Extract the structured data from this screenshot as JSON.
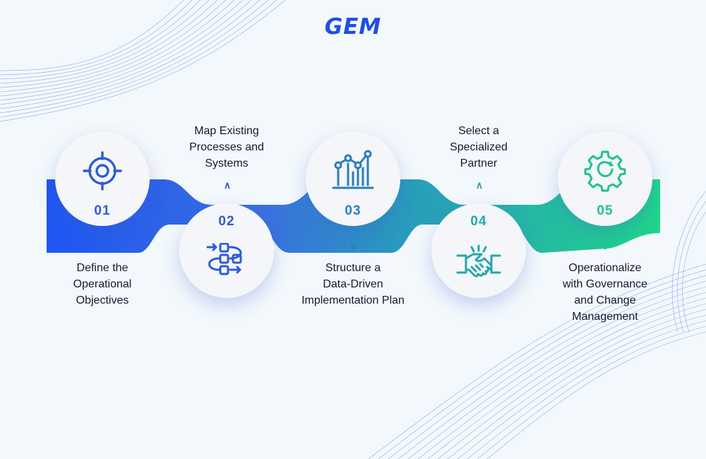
{
  "brand": {
    "logo_text": "GEM",
    "color": "#1f4fe0",
    "accent": "#f26b21"
  },
  "colors": [
    "#1e56f2",
    "#3b6fe0",
    "#2a96c0",
    "#26b2a8",
    "#1fd68a"
  ],
  "steps": [
    {
      "number": "01",
      "title": "Define the Operational Objectives",
      "lines": [
        "Define the",
        "Operational",
        "Objectives"
      ],
      "icon": "target-icon",
      "position": "top",
      "label_side": "below"
    },
    {
      "number": "02",
      "title": "Map Existing Processes and Systems",
      "lines": [
        "Map Existing",
        "Processes and",
        "Systems"
      ],
      "icon": "process-flow-icon",
      "position": "bottom",
      "label_side": "above"
    },
    {
      "number": "03",
      "title": "Structure a Data-Driven Implementation Plan",
      "lines": [
        "Structure a",
        "Data-Driven",
        "Implementation Plan"
      ],
      "icon": "chart-icon",
      "position": "top",
      "label_side": "below"
    },
    {
      "number": "04",
      "title": "Select a Specialized Partner",
      "lines": [
        "Select a",
        "Specialized",
        "Partner"
      ],
      "icon": "handshake-icon",
      "position": "bottom",
      "label_side": "above"
    },
    {
      "number": "05",
      "title": "Operationalize with Governance and Change Management",
      "lines": [
        "Operationalize",
        "with Governance",
        "and Change",
        "Management"
      ],
      "icon": "gear-icon",
      "position": "top",
      "label_side": "below"
    }
  ]
}
